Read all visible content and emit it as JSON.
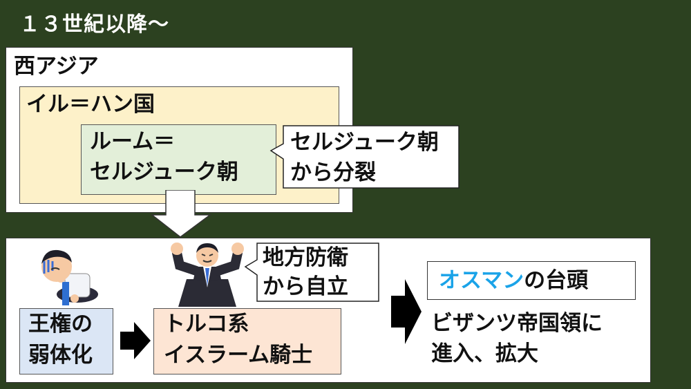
{
  "slide": {
    "title": "１３世紀以降～"
  },
  "west_asia": {
    "label": "西アジア",
    "ilkhan": {
      "label": "イル＝ハン国",
      "rum": {
        "line1": "ルーム＝",
        "line2": "セルジューク朝"
      },
      "callout": {
        "line1": "セルジューク朝",
        "line2": "から分裂"
      }
    }
  },
  "flow": {
    "weak": {
      "line1": "王権の",
      "line2": "弱体化"
    },
    "knights": {
      "line1": "トルコ系",
      "line2": "イスラーム騎士"
    },
    "defense_callout": {
      "line1": "地方防衛",
      "line2": "から自立"
    },
    "ottoman": {
      "highlight": "オスマン",
      "rest": "の台頭"
    },
    "result": {
      "line1": "ビザンツ帝国領に",
      "line2": "進入、拡大"
    }
  },
  "colors": {
    "background": "#2c4120",
    "ottoman_highlight": "#1aa3e8",
    "cream_box": "#fdf1c9",
    "green_box": "#e3efd9",
    "blue_box": "#dbe6f5",
    "peach_box": "#fde5d4"
  },
  "illustrations": [
    "troubled-man-icon",
    "strong-businessman-icon"
  ]
}
